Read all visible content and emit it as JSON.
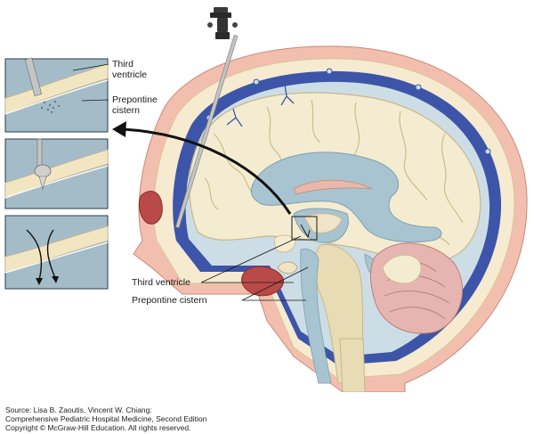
{
  "labels": {
    "inset_third_ventricle_line1": "Third",
    "inset_third_ventricle_line2": "ventricle",
    "inset_prepontine_line1": "Prepontine",
    "inset_prepontine_line2": "cistern",
    "third_ventricle": "Third ventricle",
    "prepontine_cistern": "Prepontine cistern"
  },
  "source": {
    "line1": "Source: Lisa B. Zaoutis, Vincent W. Chiang:",
    "line2": "Comprehensive Pediatric Hospital Medicine, Second Edition",
    "line3": "Copyright © McGraw-Hill Education. All rights reserved."
  },
  "colors": {
    "skin": "#f2bfae",
    "skull": "#f6ead0",
    "dura_blue": "#3d55a8",
    "csf_light": "#cddde5",
    "csf": "#a9c4d1",
    "brain": "#f4ecd0",
    "brain_line": "#c8b78a",
    "cerebellum": "#e6b5b2",
    "inset_bg": "#a4bcc8"
  }
}
